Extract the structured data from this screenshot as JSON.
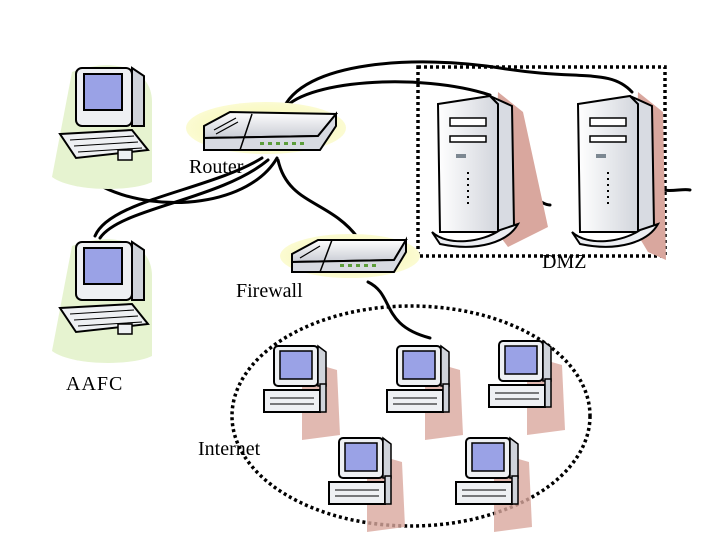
{
  "diagram": {
    "labels": {
      "router": "Router",
      "firewall": "Firewall",
      "dmz": "DMZ",
      "aafc": "AAFC",
      "internet": "Internet"
    },
    "colors": {
      "stroke": "#000000",
      "device_glow": "#f4f38c",
      "server_shadow": "#d9a79e",
      "pc_glow": "#e6f3d0",
      "screen": "#9aa2e6"
    }
  }
}
